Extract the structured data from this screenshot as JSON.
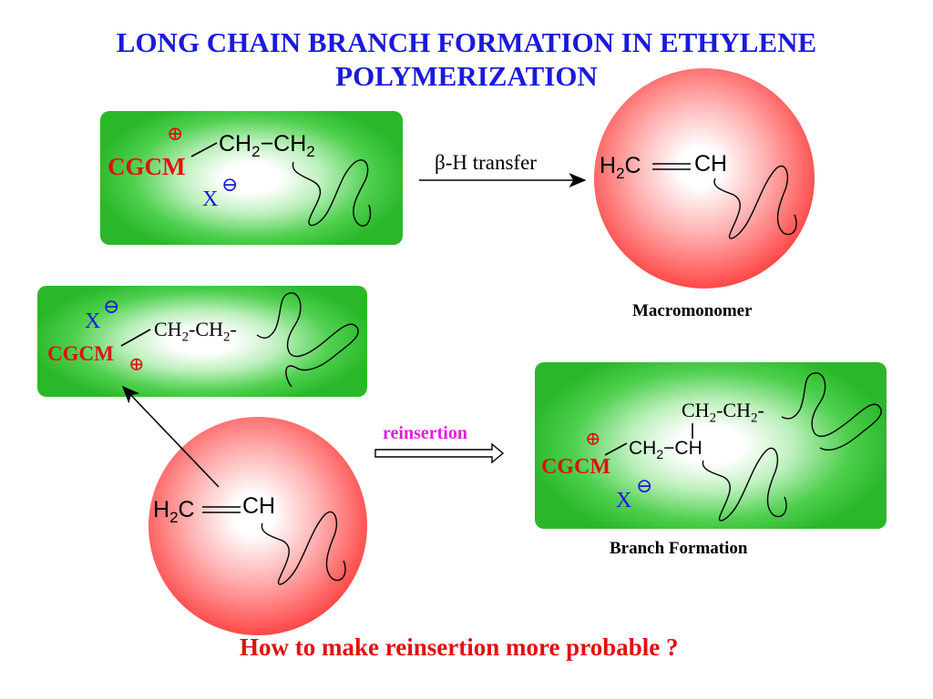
{
  "title": {
    "line1": "LONG CHAIN BRANCH FORMATION IN ETHYLENE",
    "line2": "POLYMERIZATION"
  },
  "box1": {
    "plus": "⊕",
    "chain": "CH₂−CH₂",
    "catalyst": "CGCM",
    "anion": "X",
    "minus": "⊖"
  },
  "arrow1": {
    "label": "β-H transfer"
  },
  "sphere1": {
    "h2c": "H₂C",
    "ch": "CH",
    "caption": "Macromonomer"
  },
  "box2": {
    "anion": "X",
    "minus": "⊖",
    "chain": "CH₂-CH₂-",
    "catalyst": "CGCM",
    "plus": "⊕"
  },
  "arrow2": {
    "label": "reinsertion"
  },
  "box3": {
    "top_chain": "CH₂-CH₂-",
    "plus": "⊕",
    "mid_chain": "CH₂−CH",
    "catalyst": "CGCM",
    "anion": "X",
    "minus": "⊖",
    "caption": "Branch Formation"
  },
  "sphere2": {
    "h2c": "H₂C",
    "ch": "CH"
  },
  "question": "How to make reinsertion more probable ?",
  "colors": {
    "title_blue": "#1a1adb",
    "catalyst_red": "#e01010",
    "reinsertion_magenta": "#e020d8",
    "box_green": "#2ab82a",
    "sphere_red": "#f01818"
  }
}
